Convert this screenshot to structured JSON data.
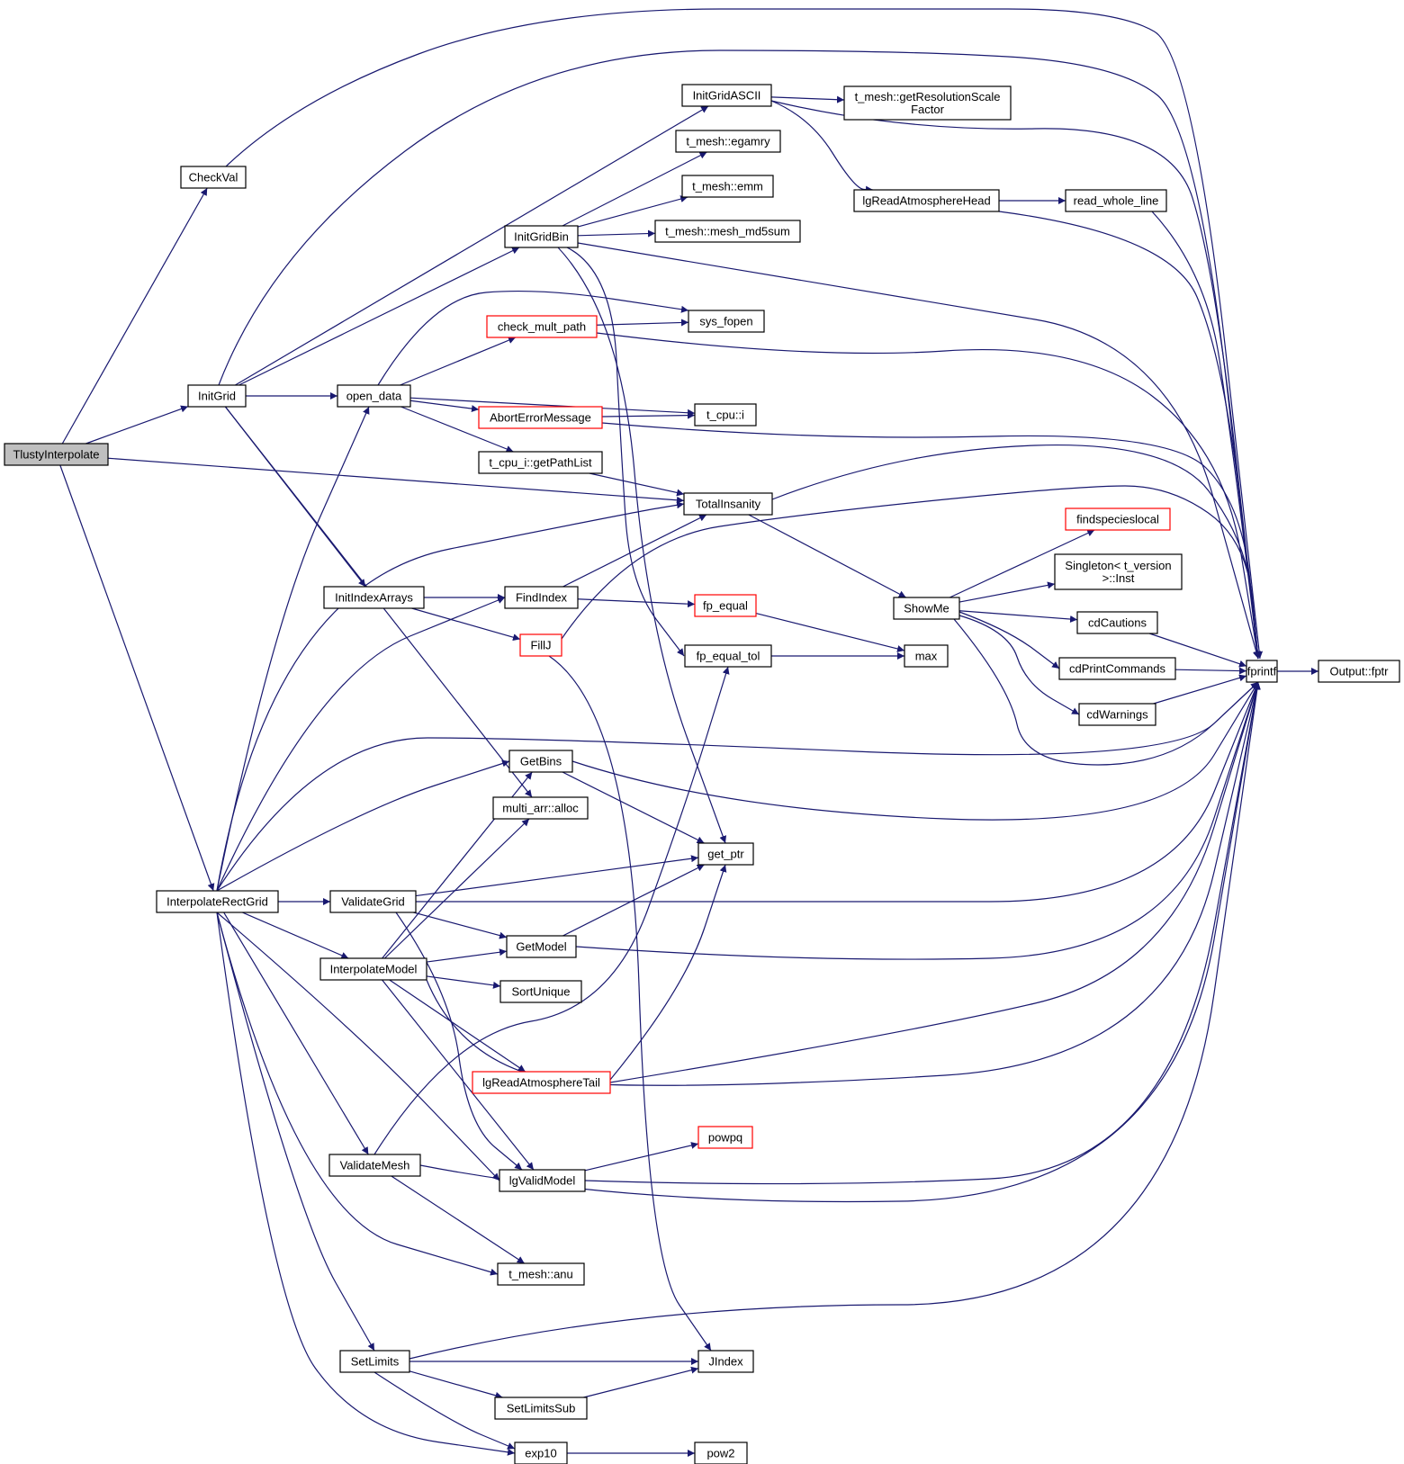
{
  "colors": {
    "edge": "#191970",
    "node_border": "#000000",
    "node_border_truncated": "#ff0000",
    "node_fill": "#ffffff",
    "root_fill": "#bfbfbf"
  },
  "nodes": [
    {
      "id": "TlustyInterpolate",
      "label": "TlustyInterpolate",
      "root": true
    },
    {
      "id": "CheckVal",
      "label": "CheckVal"
    },
    {
      "id": "InitGrid",
      "label": "InitGrid"
    },
    {
      "id": "InterpolateRectGrid",
      "label": "InterpolateRectGrid"
    },
    {
      "id": "TotalInsanity",
      "label": "TotalInsanity"
    },
    {
      "id": "fprintf",
      "label": "fprintf"
    },
    {
      "id": "Output_fptr",
      "label": "Output::fptr"
    },
    {
      "id": "InitGridASCII",
      "label": "InitGridASCII"
    },
    {
      "id": "getResolutionScaleFactor",
      "label": "t_mesh::getResolutionScale\nFactor"
    },
    {
      "id": "lgReadAtmosphereHead",
      "label": "lgReadAtmosphereHead"
    },
    {
      "id": "read_whole_line",
      "label": "read_whole_line"
    },
    {
      "id": "egamry",
      "label": "t_mesh::egamry"
    },
    {
      "id": "emm",
      "label": "t_mesh::emm"
    },
    {
      "id": "InitGridBin",
      "label": "InitGridBin"
    },
    {
      "id": "mesh_md5sum",
      "label": "t_mesh::mesh_md5sum"
    },
    {
      "id": "sys_fopen",
      "label": "sys_fopen"
    },
    {
      "id": "check_mult_path",
      "label": "check_mult_path",
      "truncated": true
    },
    {
      "id": "open_data",
      "label": "open_data"
    },
    {
      "id": "t_cpu_i",
      "label": "t_cpu::i"
    },
    {
      "id": "AbortErrorMessage",
      "label": "AbortErrorMessage",
      "truncated": true
    },
    {
      "id": "getPathList",
      "label": "t_cpu_i::getPathList"
    },
    {
      "id": "findspecieslocal",
      "label": "findspecieslocal",
      "truncated": true
    },
    {
      "id": "Singleton_Inst",
      "label": "Singleton< t_version\n>::Inst"
    },
    {
      "id": "ShowMe",
      "label": "ShowMe"
    },
    {
      "id": "cdCautions",
      "label": "cdCautions"
    },
    {
      "id": "cdPrintCommands",
      "label": "cdPrintCommands"
    },
    {
      "id": "cdWarnings",
      "label": "cdWarnings"
    },
    {
      "id": "InitIndexArrays",
      "label": "InitIndexArrays"
    },
    {
      "id": "FindIndex",
      "label": "FindIndex"
    },
    {
      "id": "fp_equal",
      "label": "fp_equal",
      "truncated": true
    },
    {
      "id": "FillJ",
      "label": "FillJ",
      "truncated": true
    },
    {
      "id": "max",
      "label": "max"
    },
    {
      "id": "fp_equal_tol",
      "label": "fp_equal_tol"
    },
    {
      "id": "GetBins",
      "label": "GetBins"
    },
    {
      "id": "multi_arr_alloc",
      "label": "multi_arr::alloc"
    },
    {
      "id": "get_ptr",
      "label": "get_ptr"
    },
    {
      "id": "ValidateGrid",
      "label": "ValidateGrid"
    },
    {
      "id": "GetModel",
      "label": "GetModel"
    },
    {
      "id": "InterpolateModel",
      "label": "InterpolateModel"
    },
    {
      "id": "SortUnique",
      "label": "SortUnique"
    },
    {
      "id": "lgReadAtmosphereTail",
      "label": "lgReadAtmosphereTail",
      "truncated": true
    },
    {
      "id": "powpq",
      "label": "powpq",
      "truncated": true
    },
    {
      "id": "ValidateMesh",
      "label": "ValidateMesh"
    },
    {
      "id": "lgValidModel",
      "label": "lgValidModel"
    },
    {
      "id": "anu",
      "label": "t_mesh::anu"
    },
    {
      "id": "SetLimits",
      "label": "SetLimits"
    },
    {
      "id": "JIndex",
      "label": "JIndex"
    },
    {
      "id": "SetLimitsSub",
      "label": "SetLimitsSub"
    },
    {
      "id": "exp10",
      "label": "exp10"
    },
    {
      "id": "pow2",
      "label": "pow2"
    }
  ],
  "edges": [
    [
      "TlustyInterpolate",
      "CheckVal"
    ],
    [
      "TlustyInterpolate",
      "InitGrid"
    ],
    [
      "TlustyInterpolate",
      "TotalInsanity"
    ],
    [
      "TlustyInterpolate",
      "InterpolateRectGrid"
    ],
    [
      "CheckVal",
      "fprintf"
    ],
    [
      "InitGrid",
      "InitGridASCII"
    ],
    [
      "InitGrid",
      "InitGridBin"
    ],
    [
      "InitGrid",
      "open_data"
    ],
    [
      "InitGrid",
      "InitIndexArrays"
    ],
    [
      "InitGrid",
      "multi_arr_alloc"
    ],
    [
      "InitGrid",
      "fprintf"
    ],
    [
      "InitGridASCII",
      "getResolutionScaleFactor"
    ],
    [
      "InitGridASCII",
      "lgReadAtmosphereHead"
    ],
    [
      "InitGridASCII",
      "fprintf"
    ],
    [
      "lgReadAtmosphereHead",
      "read_whole_line"
    ],
    [
      "lgReadAtmosphereHead",
      "fprintf"
    ],
    [
      "read_whole_line",
      "fprintf"
    ],
    [
      "InitGridBin",
      "egamry"
    ],
    [
      "InitGridBin",
      "emm"
    ],
    [
      "InitGridBin",
      "mesh_md5sum"
    ],
    [
      "InitGridBin",
      "fprintf"
    ],
    [
      "InitGridBin",
      "fp_equal_tol"
    ],
    [
      "InitGridBin",
      "get_ptr"
    ],
    [
      "open_data",
      "sys_fopen"
    ],
    [
      "open_data",
      "check_mult_path"
    ],
    [
      "open_data",
      "t_cpu_i"
    ],
    [
      "open_data",
      "AbortErrorMessage"
    ],
    [
      "open_data",
      "getPathList"
    ],
    [
      "check_mult_path",
      "sys_fopen"
    ],
    [
      "check_mult_path",
      "fprintf"
    ],
    [
      "AbortErrorMessage",
      "t_cpu_i"
    ],
    [
      "AbortErrorMessage",
      "fprintf"
    ],
    [
      "getPathList",
      "TotalInsanity"
    ],
    [
      "TotalInsanity",
      "fprintf"
    ],
    [
      "TotalInsanity",
      "ShowMe"
    ],
    [
      "ShowMe",
      "findspecieslocal"
    ],
    [
      "ShowMe",
      "Singleton_Inst"
    ],
    [
      "ShowMe",
      "cdCautions"
    ],
    [
      "ShowMe",
      "cdPrintCommands"
    ],
    [
      "ShowMe",
      "cdWarnings"
    ],
    [
      "ShowMe",
      "fprintf"
    ],
    [
      "cdCautions",
      "fprintf"
    ],
    [
      "cdPrintCommands",
      "fprintf"
    ],
    [
      "cdWarnings",
      "fprintf"
    ],
    [
      "fprintf",
      "Output_fptr"
    ],
    [
      "InitIndexArrays",
      "FindIndex"
    ],
    [
      "InitIndexArrays",
      "FillJ"
    ],
    [
      "FindIndex",
      "TotalInsanity"
    ],
    [
      "FindIndex",
      "fp_equal"
    ],
    [
      "fp_equal",
      "max"
    ],
    [
      "fp_equal_tol",
      "max"
    ],
    [
      "FillJ",
      "fprintf"
    ],
    [
      "FillJ",
      "JIndex"
    ],
    [
      "InterpolateRectGrid",
      "TotalInsanity"
    ],
    [
      "InterpolateRectGrid",
      "open_data"
    ],
    [
      "InterpolateRectGrid",
      "FindIndex"
    ],
    [
      "InterpolateRectGrid",
      "fprintf"
    ],
    [
      "InterpolateRectGrid",
      "GetBins"
    ],
    [
      "InterpolateRectGrid",
      "ValidateGrid"
    ],
    [
      "InterpolateRectGrid",
      "InterpolateModel"
    ],
    [
      "InterpolateRectGrid",
      "ValidateMesh"
    ],
    [
      "InterpolateRectGrid",
      "lgValidModel"
    ],
    [
      "InterpolateRectGrid",
      "anu"
    ],
    [
      "InterpolateRectGrid",
      "SetLimits"
    ],
    [
      "InterpolateRectGrid",
      "exp10"
    ],
    [
      "GetBins",
      "get_ptr"
    ],
    [
      "GetBins",
      "fprintf"
    ],
    [
      "ValidateGrid",
      "get_ptr"
    ],
    [
      "ValidateGrid",
      "fprintf"
    ],
    [
      "ValidateGrid",
      "GetModel"
    ],
    [
      "ValidateGrid",
      "lgValidModel"
    ],
    [
      "GetModel",
      "get_ptr"
    ],
    [
      "GetModel",
      "fprintf"
    ],
    [
      "InterpolateModel",
      "GetBins"
    ],
    [
      "InterpolateModel",
      "multi_arr_alloc"
    ],
    [
      "InterpolateModel",
      "GetModel"
    ],
    [
      "InterpolateModel",
      "SortUnique"
    ],
    [
      "InterpolateModel",
      "lgReadAtmosphereTail"
    ],
    [
      "InterpolateModel",
      "lgValidModel"
    ],
    [
      "InterpolateModel",
      "fprintf"
    ],
    [
      "lgReadAtmosphereTail",
      "get_ptr"
    ],
    [
      "lgReadAtmosphereTail",
      "fprintf"
    ],
    [
      "ValidateMesh",
      "fp_equal_tol"
    ],
    [
      "ValidateMesh",
      "anu"
    ],
    [
      "ValidateMesh",
      "fprintf"
    ],
    [
      "lgValidModel",
      "powpq"
    ],
    [
      "lgValidModel",
      "fprintf"
    ],
    [
      "SetLimits",
      "fprintf"
    ],
    [
      "SetLimits",
      "JIndex"
    ],
    [
      "SetLimits",
      "SetLimitsSub"
    ],
    [
      "SetLimits",
      "exp10"
    ],
    [
      "SetLimitsSub",
      "JIndex"
    ],
    [
      "exp10",
      "pow2"
    ]
  ]
}
